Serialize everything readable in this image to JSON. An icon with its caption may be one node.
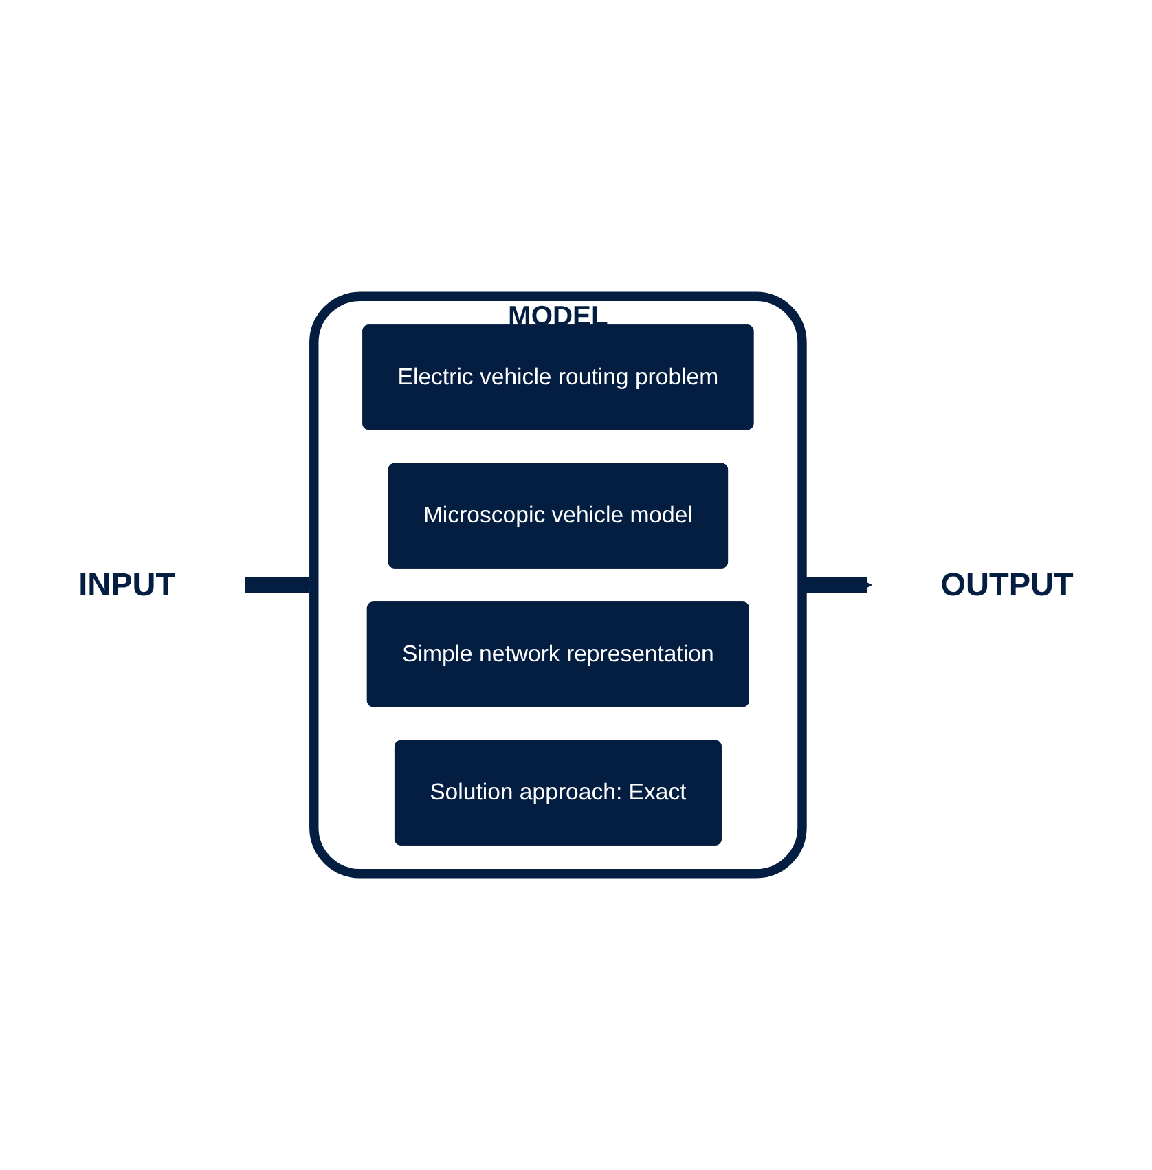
{
  "diagram": {
    "nodes": [
      {
        "text": [
          "MODEL"
        ]
      },
      {
        "text": [
          "Electric vehicle routing problem"
        ],
        "in": 0
      },
      {
        "text": [
          "Microscopic vehicle model"
        ],
        "in": 0
      },
      {
        "text": [
          "Simple network representation"
        ],
        "in": 0
      },
      {
        "text": [
          "Solution approach: Exact"
        ],
        "in": 0
      },
      {
        "text": [
          "INPUT"
        ]
      },
      {
        "text": [
          "OUTPUT"
        ]
      }
    ],
    "edges": [
      {
        "from": 5,
        "to": 0,
        "arrow": "to"
      },
      {
        "from": 0,
        "to": 6,
        "arrow": "to"
      }
    ]
  }
}
